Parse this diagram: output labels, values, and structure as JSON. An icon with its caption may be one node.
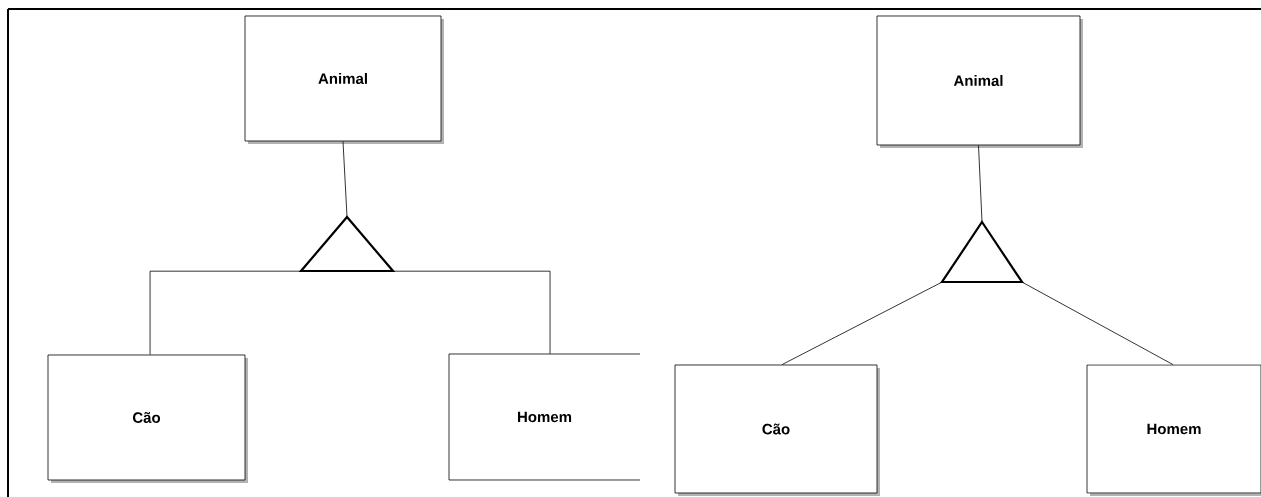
{
  "diagram": {
    "nodes": [
      {
        "text": [
          "Animal"
        ]
      },
      {
        "text": [],
        "shape": "triangle"
      },
      {
        "text": [
          "Cão"
        ]
      },
      {
        "text": [
          "Homem"
        ]
      },
      {
        "text": [
          "Animal"
        ]
      },
      {
        "text": [],
        "shape": "triangle"
      },
      {
        "text": [
          "Cão"
        ]
      },
      {
        "text": [
          "Homem"
        ]
      }
    ],
    "edges": [
      {
        "from": 0,
        "to": 1,
        "arrow": "none"
      },
      {
        "from": 1,
        "to": 2,
        "arrow": "none"
      },
      {
        "from": 1,
        "to": 3,
        "arrow": "none"
      },
      {
        "from": 4,
        "to": 5,
        "arrow": "none"
      },
      {
        "from": 5,
        "to": 6,
        "arrow": "none"
      },
      {
        "from": 5,
        "to": 7,
        "arrow": "none"
      }
    ]
  }
}
